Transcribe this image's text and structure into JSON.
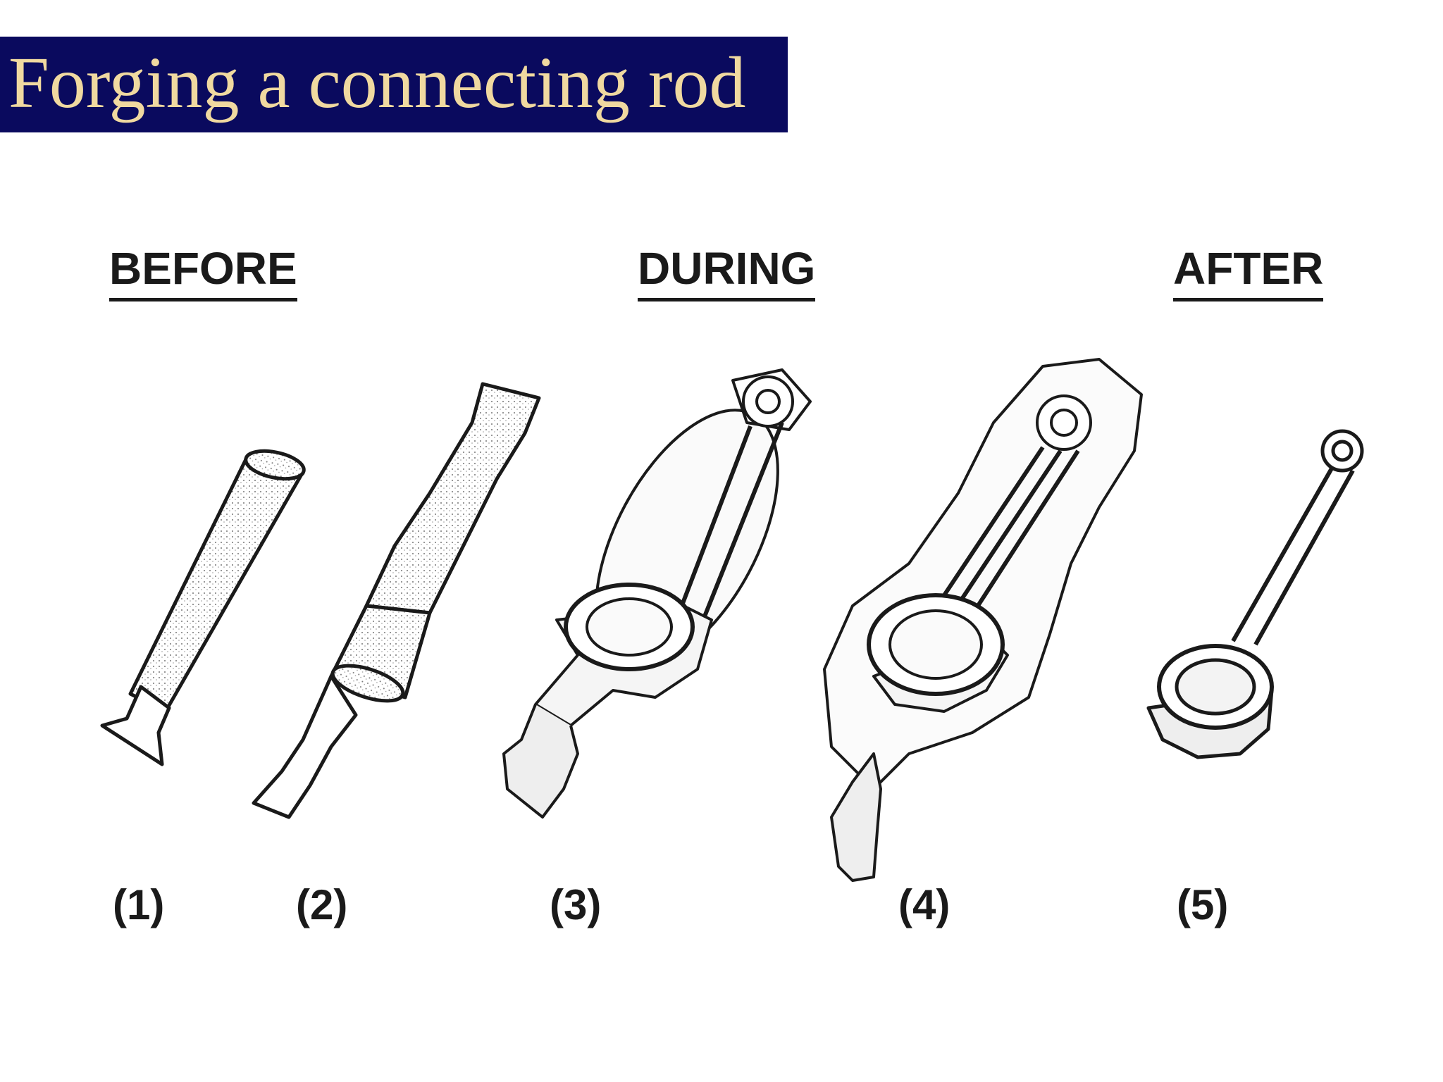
{
  "title": "Forging a connecting rod",
  "stages": {
    "before": "BEFORE",
    "during": "DURING",
    "after": "AFTER"
  },
  "steps": [
    "(1)",
    "(2)",
    "(3)",
    "(4)",
    "(5)"
  ],
  "colors": {
    "title_background": "#0a0a5e",
    "title_text": "#f0d9a0",
    "ink": "#1a1a1a"
  }
}
